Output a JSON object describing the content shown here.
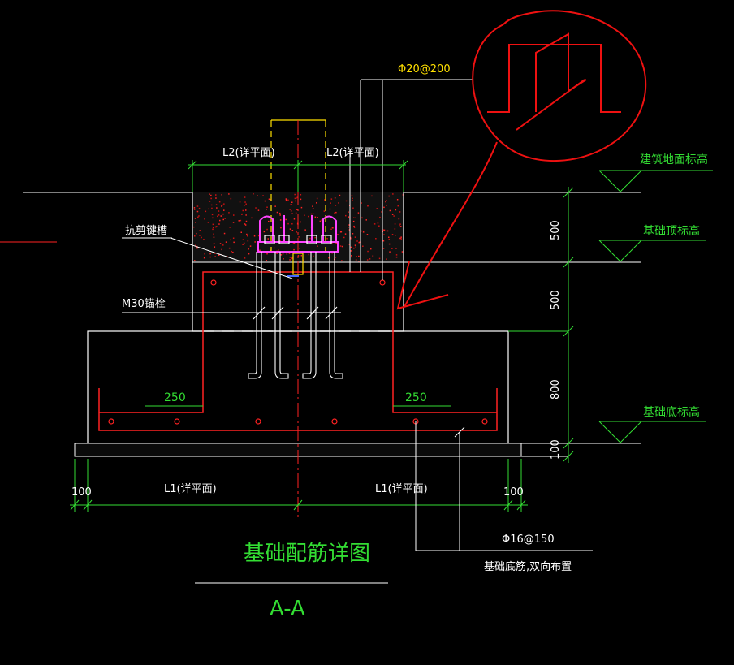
{
  "labels": {
    "rebar_top": "Φ20@200",
    "l2_left": "L2(详平面)",
    "l2_right": "L2(详平面)",
    "shear_key": "抗剪键槽",
    "anchor_bolt": "M30锚栓",
    "dim_250_left": "250",
    "dim_250_right": "250",
    "building_ground": "建筑地面标高",
    "foundation_top": "基础顶标高",
    "foundation_bottom": "基础底标高",
    "dim_500_a": "500",
    "dim_500_b": "500",
    "dim_800": "800",
    "dim_100_v": "100",
    "dim_100_left": "100",
    "dim_100_right": "100",
    "l1_left": "L1(详平面)",
    "l1_right": "L1(详平面)",
    "rebar_bottom": "Φ16@150",
    "rebar_bottom_note": "基础底筋,双向布置",
    "title": "基础配筋详图",
    "section": "A-A"
  },
  "colors": {
    "background": "#000000",
    "outline": "#ffffff",
    "rebar": "#ff2222",
    "dimension": "#33dd33",
    "steel": "#ffe000",
    "plate": "#ff44ff",
    "annotation": "#ee1111"
  }
}
